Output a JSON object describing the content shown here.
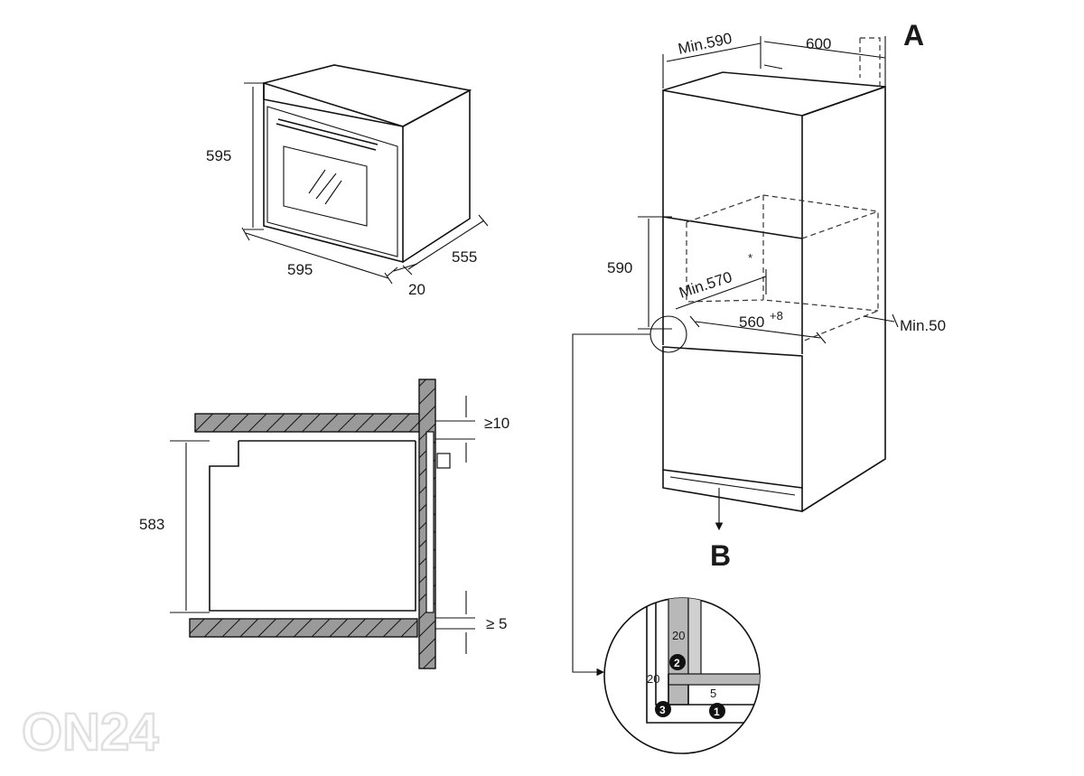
{
  "oven_view": {
    "height_label": "595",
    "width_label": "595",
    "depth_label": "555",
    "front_label": "20"
  },
  "cabinet_view": {
    "width_label": "Min.590",
    "depth_label": "600",
    "mark_a": "A",
    "niche_height_label": "590",
    "niche_depth_label": "Min.570",
    "niche_depth_sup": "*",
    "niche_width_label": "560",
    "niche_width_sup": "+8",
    "side_gap_label": "Min.50",
    "mark_b": "B"
  },
  "section_view": {
    "top_gap_label": "≥10",
    "height_label": "583",
    "bottom_gap_label": "≥ 5"
  },
  "detail_view": {
    "dim_top": "20",
    "dim_left": "20",
    "dim_bottom": "5",
    "callout_1": "1",
    "callout_2": "2",
    "callout_3": "3"
  },
  "watermark": "ON24",
  "colors": {
    "line": "#111111",
    "hatch_fill": "#999999",
    "detail_fill": "#b8b8b8"
  }
}
